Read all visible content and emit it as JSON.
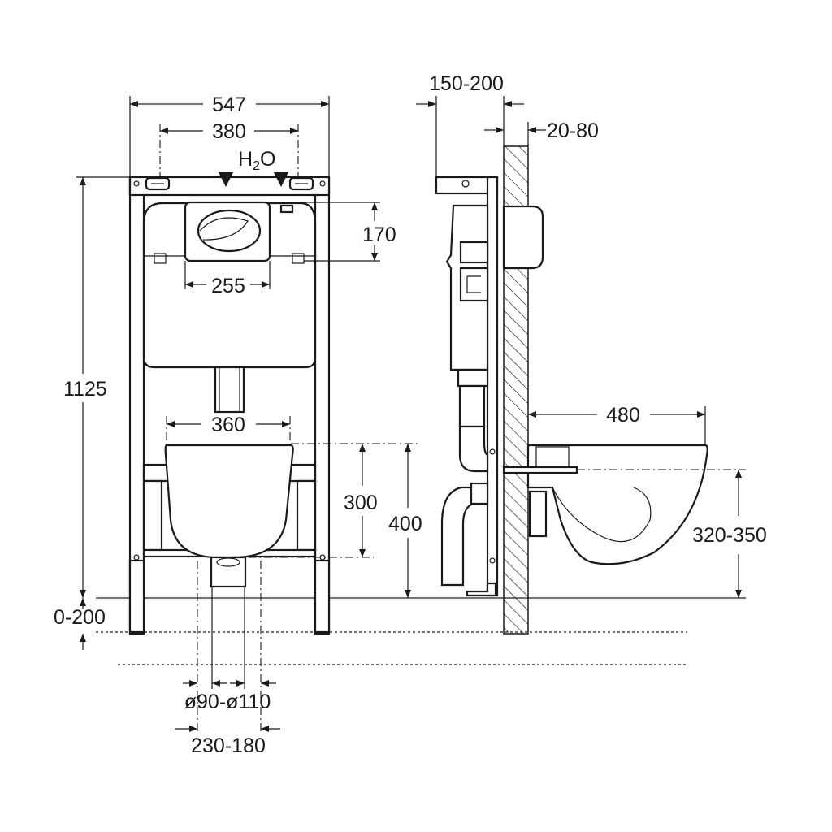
{
  "labels": {
    "width_frame": "547",
    "width_inlet_spacing": "380",
    "water_inlet_symbol": "H",
    "water_inlet_subscript": "2",
    "water_inlet_suffix": "O",
    "flush_plate_height": "170",
    "flush_plate_width": "255",
    "frame_height": "1125",
    "bolt_spacing": "360",
    "bolt_to_drain": "300",
    "pan_connector_height": "400",
    "foot_extension": "0-200",
    "drain_diameter": "ø90-ø110",
    "drain_distance": "230-180",
    "wall_distance": "150-200",
    "wall_thickness": "20-80",
    "pan_projection": "480",
    "seat_height": "320-350"
  },
  "colors": {
    "line": "#1a1a1a",
    "background": "#ffffff"
  }
}
